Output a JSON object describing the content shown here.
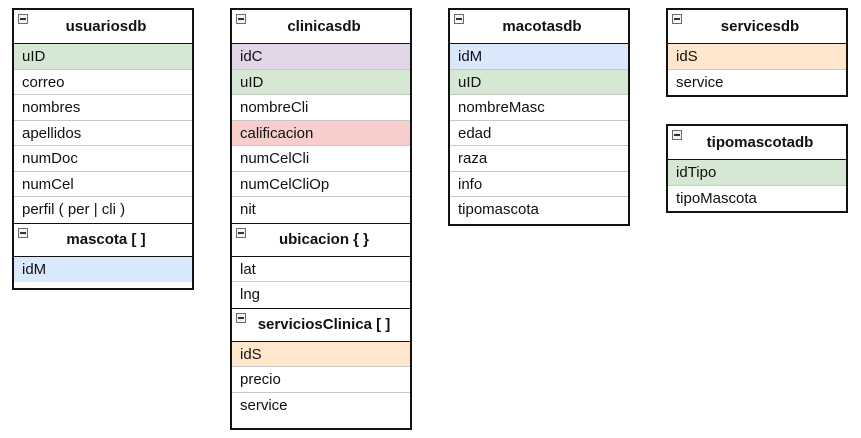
{
  "usuariosdb": {
    "title": "usuariosdb",
    "fields": [
      "uID",
      "correo",
      "nombres",
      "apellidos",
      "numDoc",
      "numCel",
      "perfil ( per | cli )"
    ],
    "mascota": {
      "title": "mascota [ ]",
      "fields": [
        "idM"
      ]
    }
  },
  "clinicasdb": {
    "title": "clinicasdb",
    "fields": [
      "idC",
      "uID",
      "nombreCli",
      "calificacion",
      "numCelCli",
      "numCelCliOp",
      "nit"
    ],
    "ubicacion": {
      "title": "ubicacion { }",
      "fields": [
        "lat",
        "lng"
      ]
    },
    "serviciosClinica": {
      "title": "serviciosClinica [ ]",
      "fields": [
        "idS",
        "precio",
        "service"
      ]
    }
  },
  "macotasdb": {
    "title": "macotasdb",
    "fields": [
      "idM",
      "uID",
      "nombreMasc",
      "edad",
      "raza",
      "info",
      "tipomascota"
    ]
  },
  "servicesdb": {
    "title": "servicesdb",
    "fields": [
      "idS",
      "service"
    ]
  },
  "tipomascotadb": {
    "title": "tipomascotadb",
    "fields": [
      "idTipo",
      "tipoMascota"
    ]
  },
  "colors": {
    "green": "#d5e8d4",
    "blue": "#dae8fc",
    "purple": "#e1d5e7",
    "red": "#f8cecc",
    "orange": "#ffe6cc",
    "border": "#111111"
  },
  "icons": {
    "collapse": "minus-square-icon"
  }
}
